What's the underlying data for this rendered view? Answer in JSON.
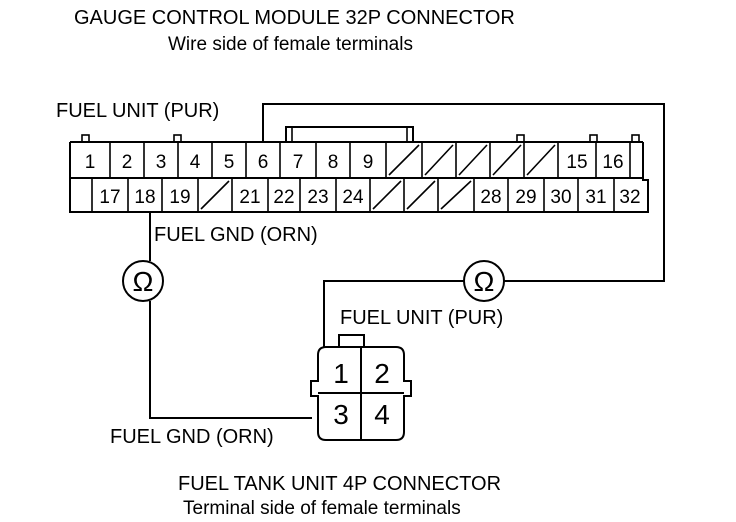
{
  "title": "GAUGE CONTROL MODULE 32P CONNECTOR",
  "subtitle": "Wire side of female terminals",
  "labels": {
    "fuel_unit_top": "FUEL UNIT (PUR)",
    "fuel_gnd_top": "FUEL GND (ORN)",
    "fuel_unit_bottom": "FUEL UNIT (PUR)",
    "fuel_gnd_bottom": "FUEL GND (ORN)"
  },
  "meter_symbol": "Ω",
  "connector_32p": {
    "top_row": [
      "1",
      "2",
      "3",
      "4",
      "5",
      "6",
      "7",
      "8",
      "9",
      "",
      "",
      "",
      "",
      "",
      "15",
      "16"
    ],
    "bottom_row": [
      "17",
      "18",
      "19",
      "",
      "21",
      "22",
      "23",
      "24",
      "",
      "",
      "",
      "28",
      "29",
      "30",
      "31",
      "32"
    ]
  },
  "connector_4p": {
    "title": "FUEL TANK UNIT 4P CONNECTOR",
    "subtitle": "Terminal side of female terminals",
    "pins": [
      "1",
      "2",
      "3",
      "4"
    ]
  }
}
